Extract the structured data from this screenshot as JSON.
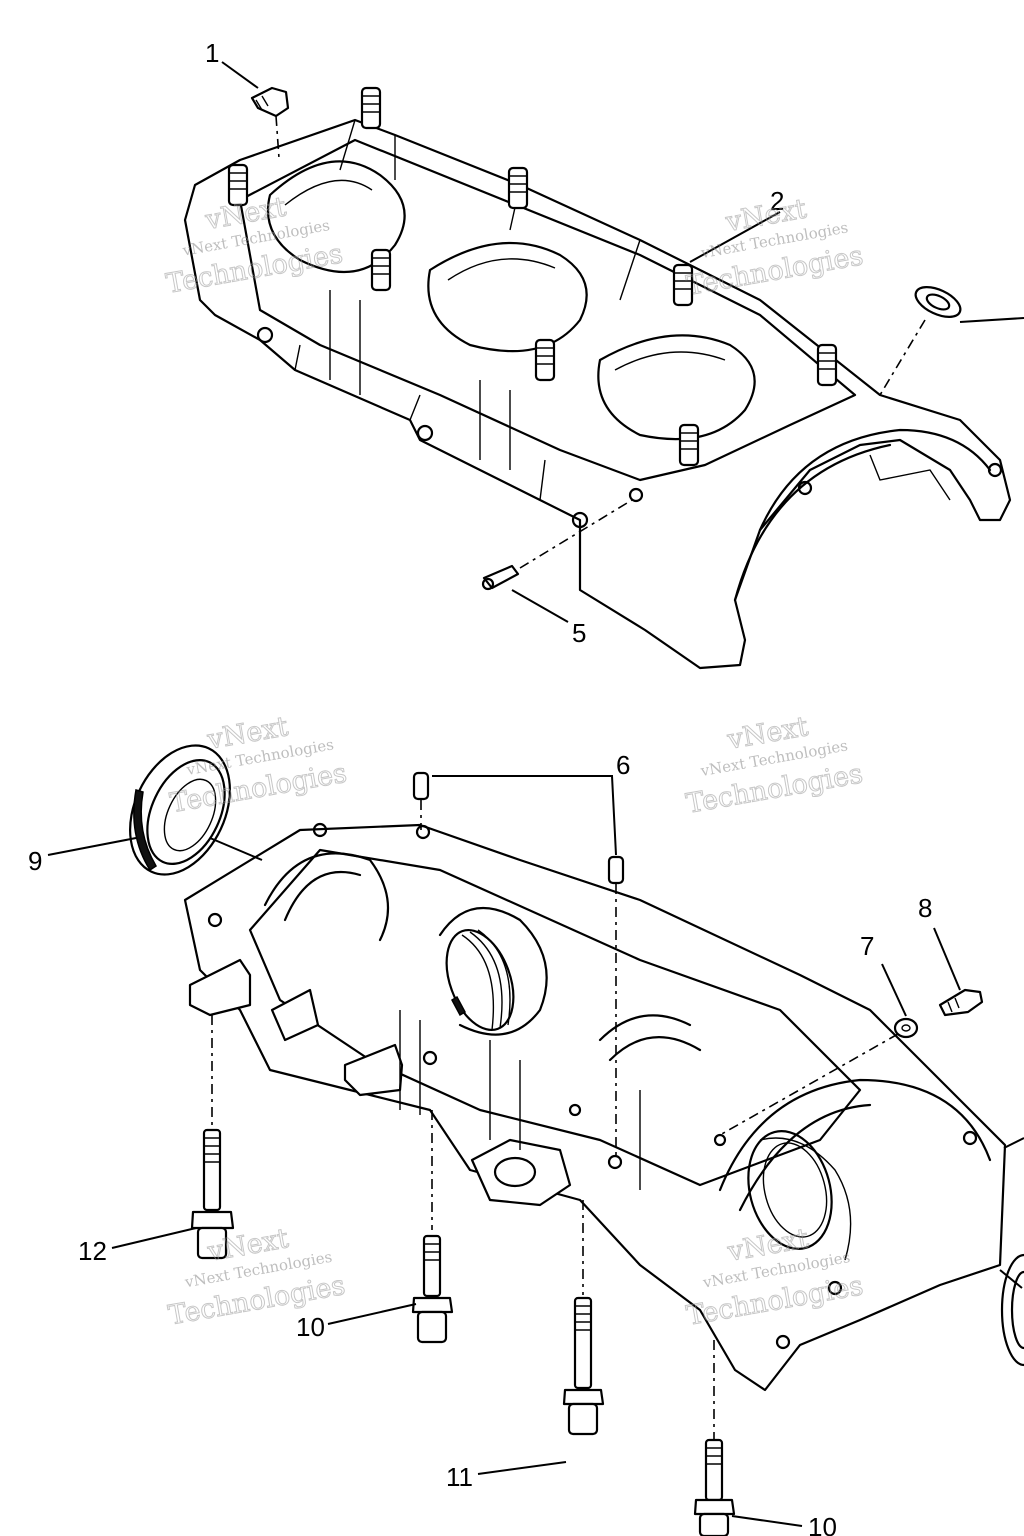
{
  "callouts": {
    "c1": "1",
    "c2": "2",
    "c5": "5",
    "c6": "6",
    "c7": "7",
    "c8": "8",
    "c9": "9",
    "c10a": "10",
    "c10b": "10",
    "c11": "11",
    "c12": "12"
  },
  "watermark": {
    "line1": "vNext",
    "line2": "vNext Technologies",
    "line3": "Technologies"
  }
}
